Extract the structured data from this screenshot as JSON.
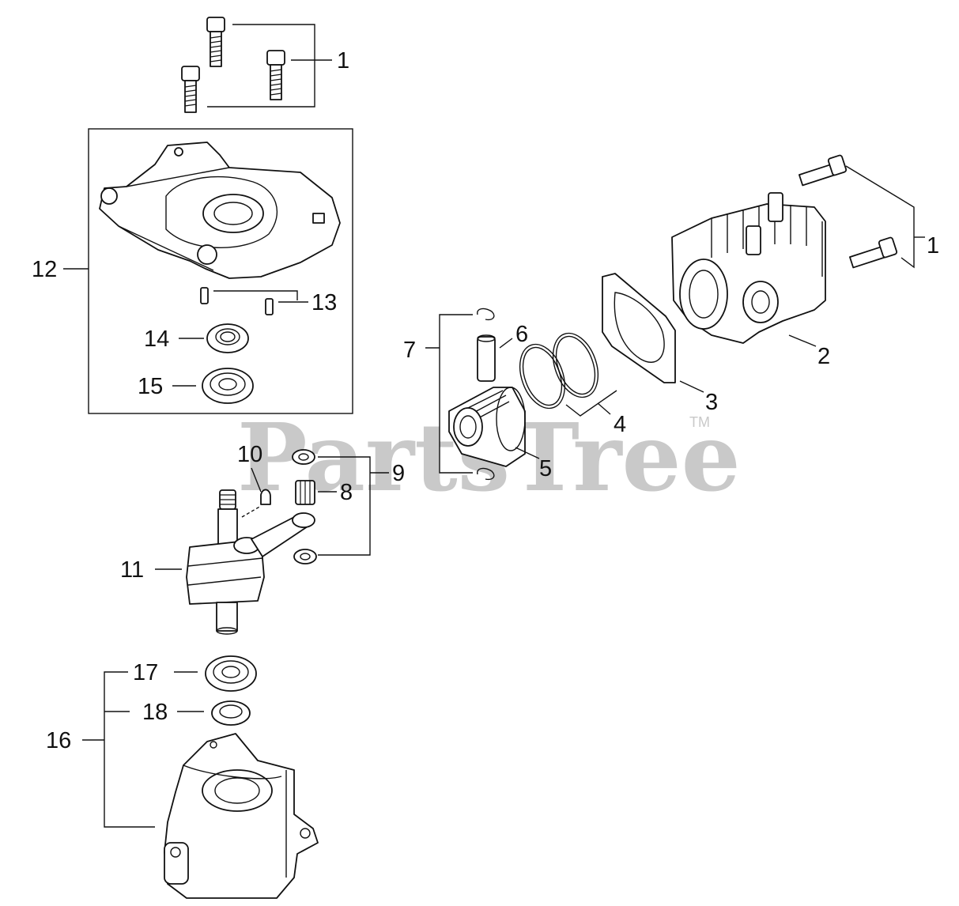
{
  "watermark": {
    "text": "PartsTree",
    "trademark": "TM"
  },
  "callouts": {
    "c1a": "1",
    "c1b": "1",
    "c2": "2",
    "c3": "3",
    "c4": "4",
    "c5": "5",
    "c6": "6",
    "c7": "7",
    "c8": "8",
    "c9": "9",
    "c10": "10",
    "c11": "11",
    "c12": "12",
    "c13": "13",
    "c14": "14",
    "c15": "15",
    "c16": "16",
    "c17": "17",
    "c18": "18"
  },
  "colors": {
    "line": "#111111",
    "watermark": "#c9c9c9",
    "background": "#ffffff"
  }
}
